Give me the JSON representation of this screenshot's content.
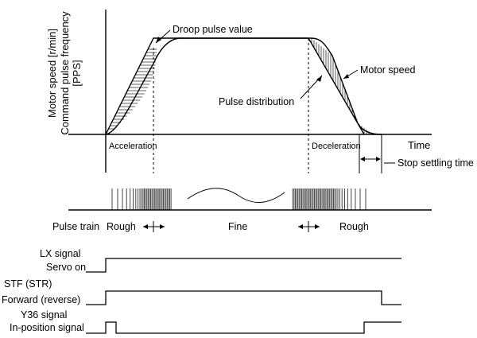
{
  "y_axis": {
    "label_line1": "Motor speed [r/min]",
    "label_line2": "Command pulse frequency",
    "label_line3": "[PPS]"
  },
  "time_axis": {
    "label": "Time"
  },
  "graph_labels": {
    "droop": "Droop pulse value",
    "motor_speed": "Motor speed",
    "pulse_distribution": "Pulse distribution",
    "acceleration": "Acceleration",
    "deceleration": "Deceleration",
    "stop_settling": "Stop settling time"
  },
  "pulse_train": {
    "label": "Pulse train",
    "rough_left": "Rough",
    "fine": "Fine",
    "rough_right": "Rough"
  },
  "signals": {
    "lx_line1": "LX signal",
    "lx_line2": "Servo on",
    "stf_line1": "STF (STR)",
    "stf_line2": "Forward (reverse)",
    "y36_line1": "Y36 signal",
    "y36_line2": "In-position signal"
  }
}
